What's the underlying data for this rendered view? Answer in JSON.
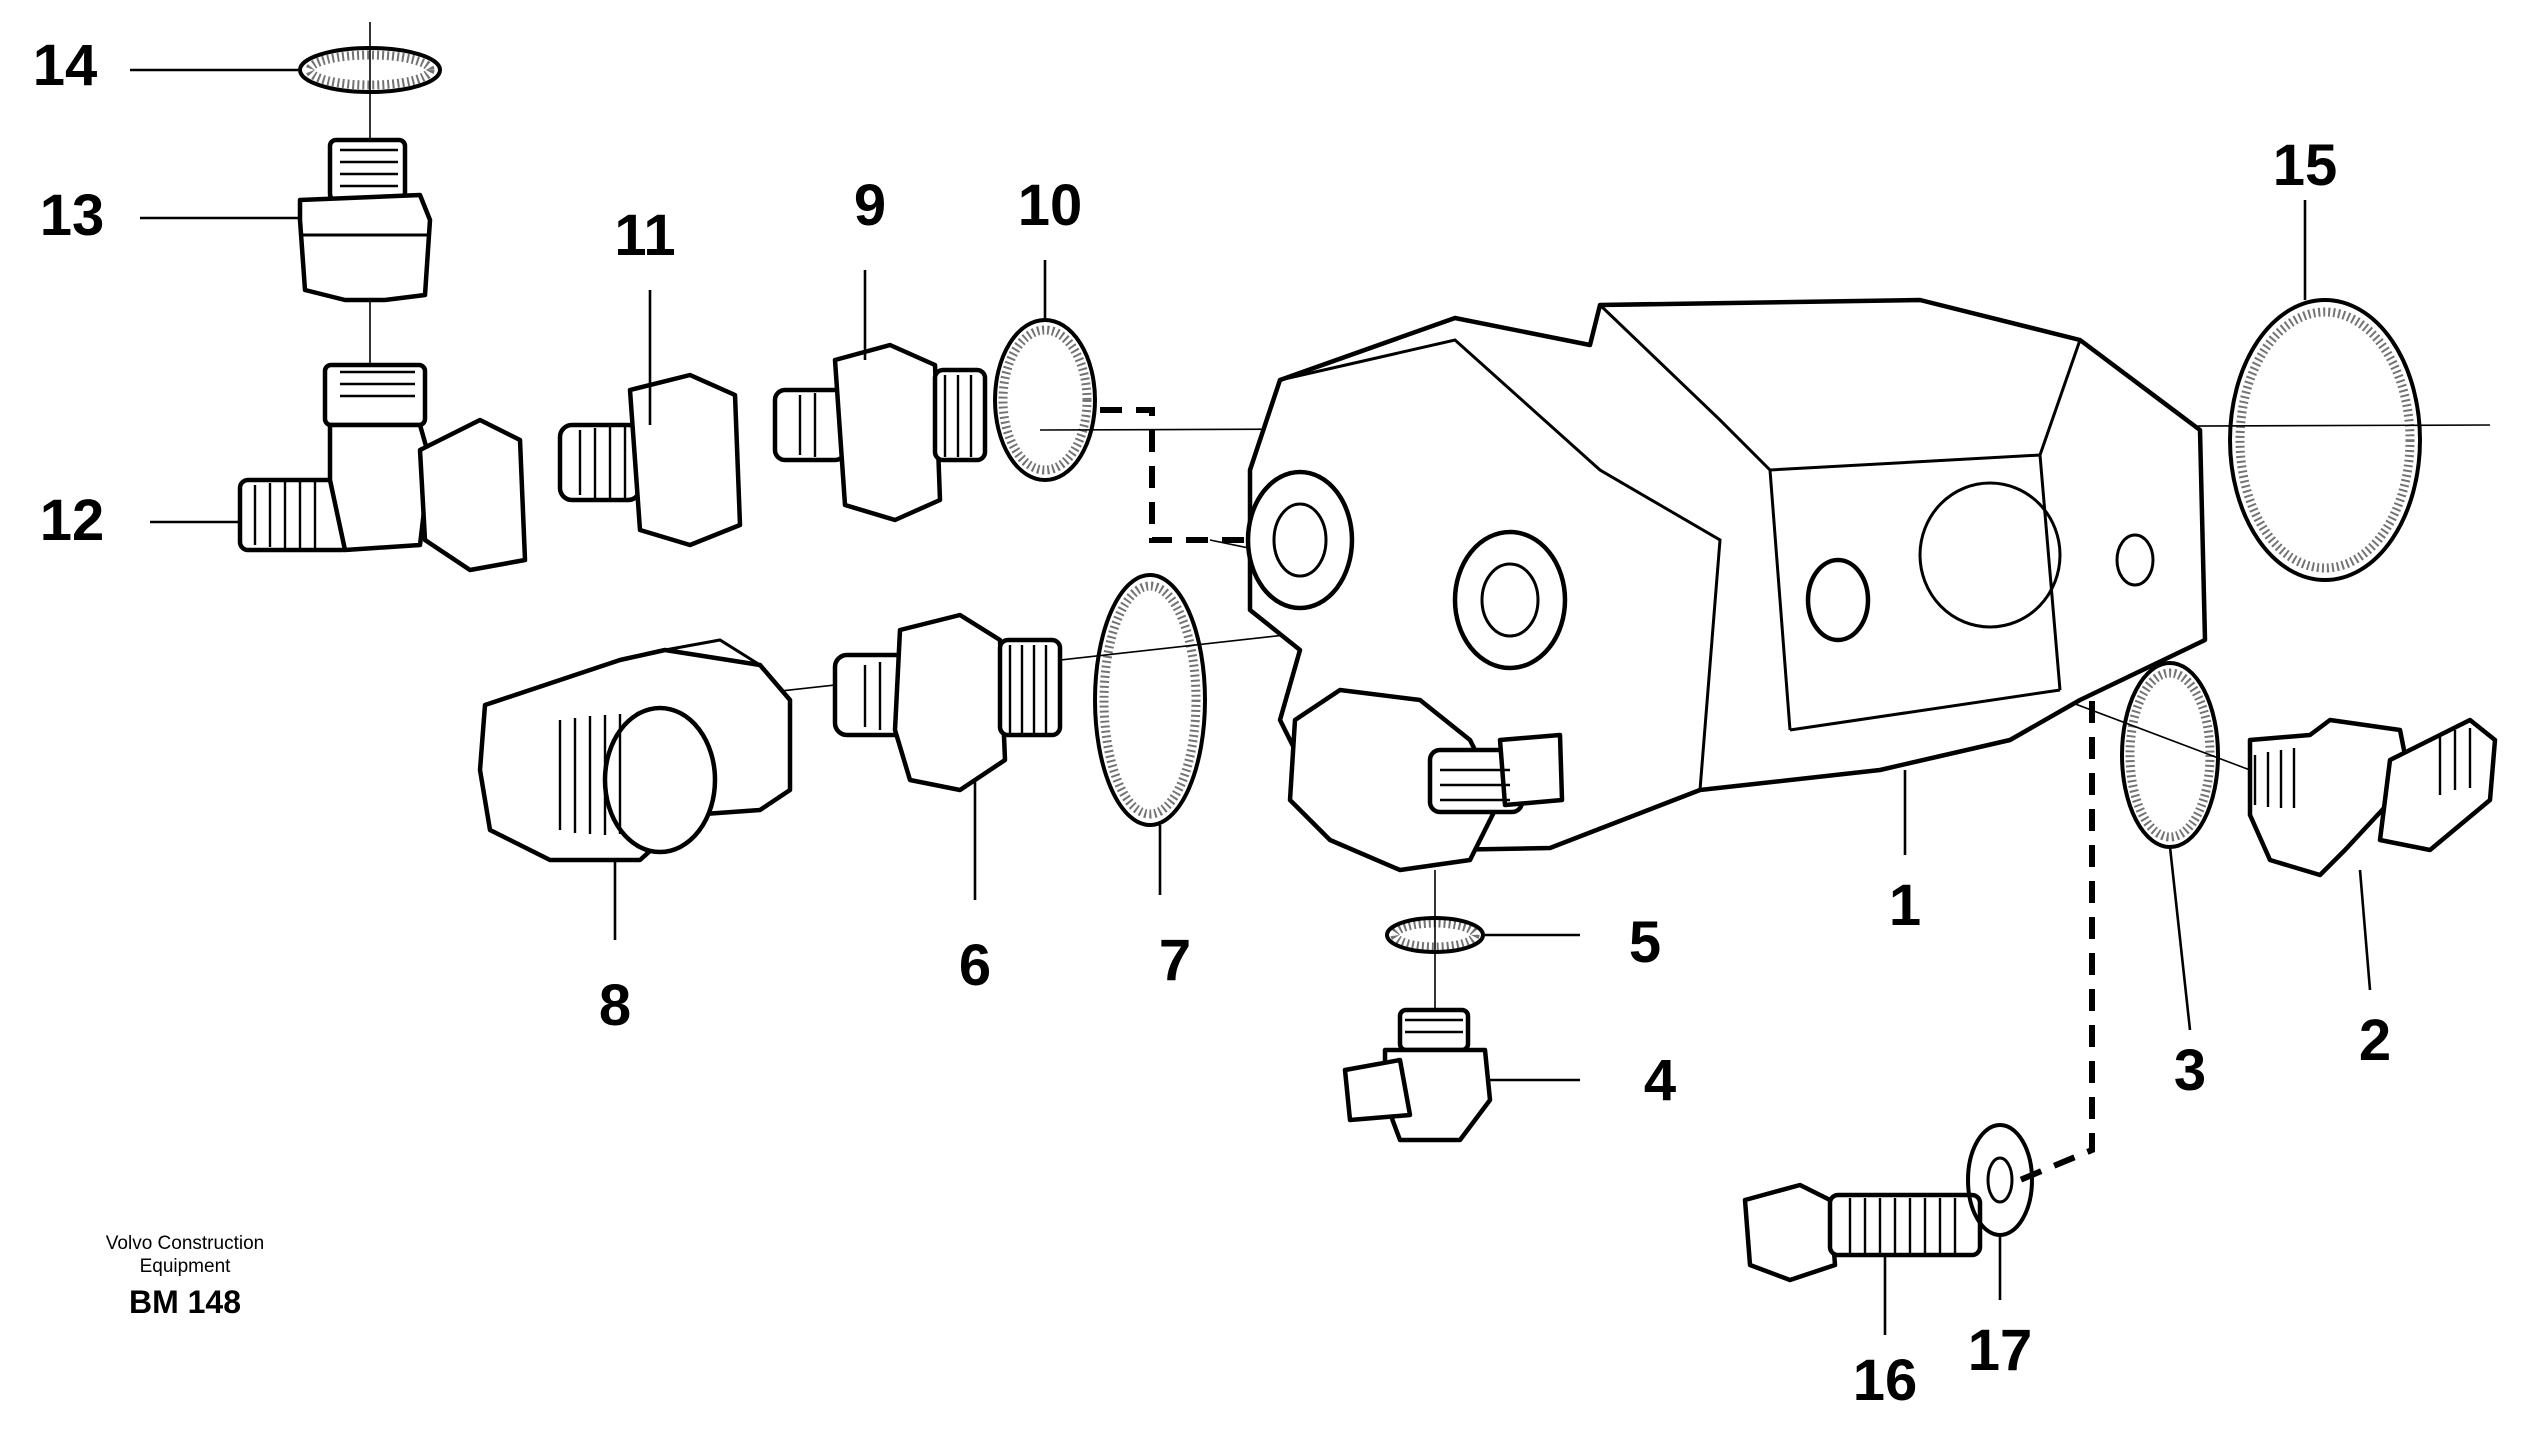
{
  "callouts": [
    {
      "id": "1",
      "text": "1"
    },
    {
      "id": "2",
      "text": "2"
    },
    {
      "id": "3",
      "text": "3"
    },
    {
      "id": "4",
      "text": "4"
    },
    {
      "id": "5",
      "text": "5"
    },
    {
      "id": "6",
      "text": "6"
    },
    {
      "id": "7",
      "text": "7"
    },
    {
      "id": "8",
      "text": "8"
    },
    {
      "id": "9",
      "text": "9"
    },
    {
      "id": "10",
      "text": "10"
    },
    {
      "id": "11",
      "text": "11"
    },
    {
      "id": "12",
      "text": "12"
    },
    {
      "id": "13",
      "text": "13"
    },
    {
      "id": "14",
      "text": "14"
    },
    {
      "id": "15",
      "text": "15"
    },
    {
      "id": "16",
      "text": "16"
    },
    {
      "id": "17",
      "text": "17"
    }
  ],
  "footer": {
    "brand_line1": "Volvo Construction",
    "brand_line2": "Equipment",
    "drawing_code": "BM 148"
  }
}
